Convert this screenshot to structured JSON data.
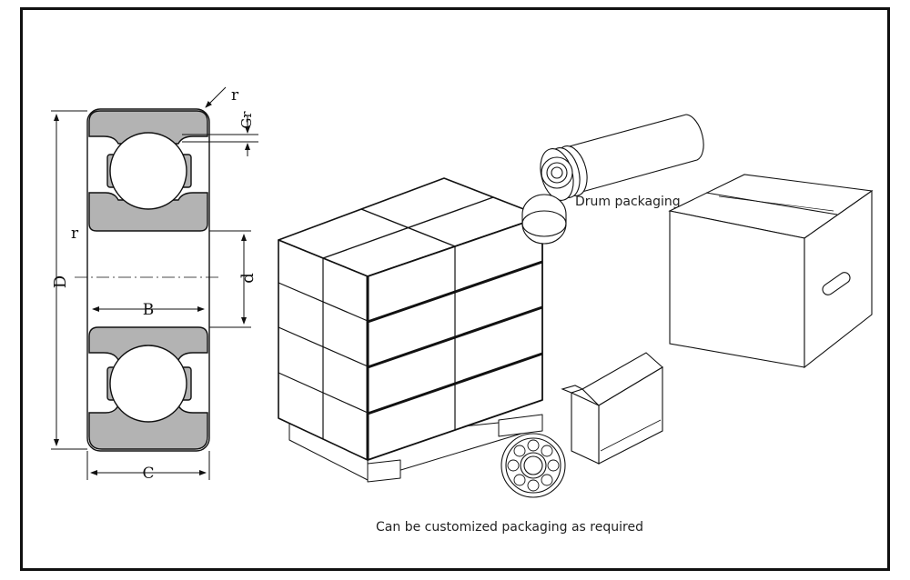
{
  "diagram": {
    "bearing_labels": {
      "outer_diameter": "D",
      "bore_diameter": "d",
      "inner_width": "B",
      "outer_width": "C",
      "radius_top": "r",
      "radius_side": "r",
      "clearance": "Gr"
    },
    "drum_label": "Drum packaging",
    "caption": "Can be customized packaging as required"
  },
  "colors": {
    "line": "#111111",
    "ring_fill": "#b3b3b3",
    "hatch": "#555555"
  }
}
